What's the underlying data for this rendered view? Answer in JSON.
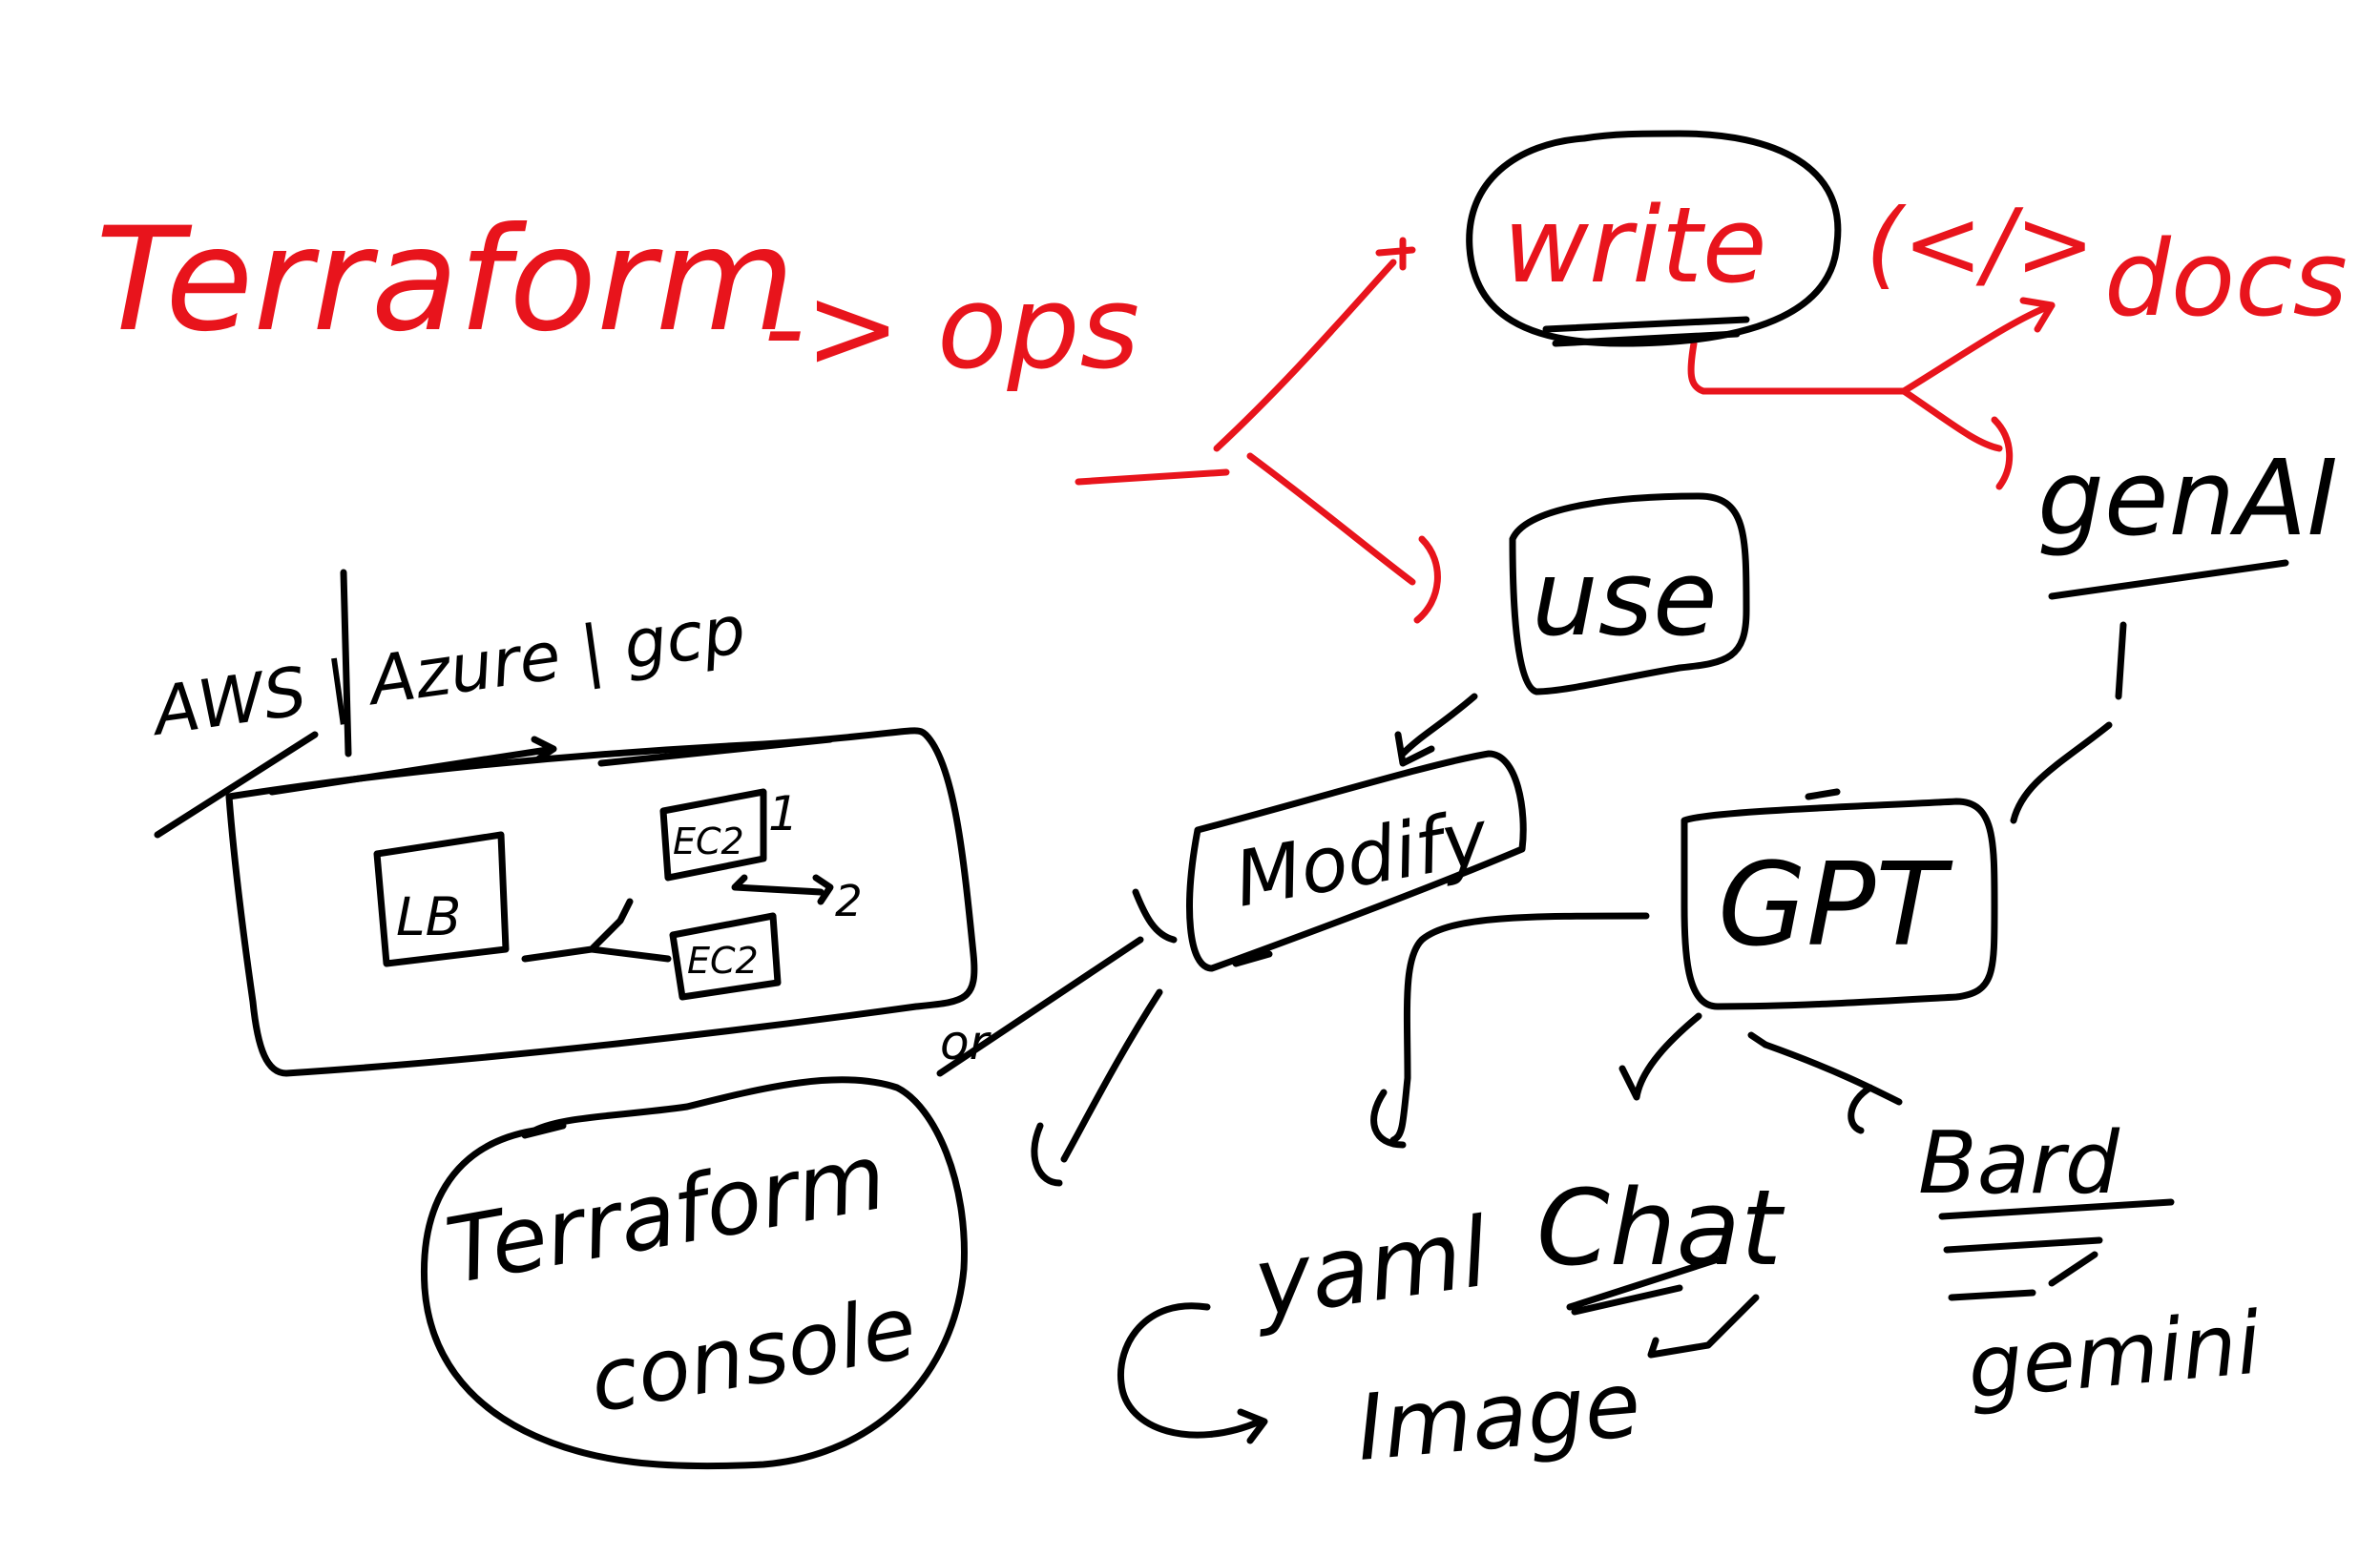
{
  "colors": {
    "red_ink": "#e8141c",
    "black_ink": "#000000",
    "background": "#ffffff"
  },
  "labels": {
    "terraform": "Terraform",
    "arrow_ops": "-> ops",
    "write": "write",
    "code": "(</>",
    "docs": "docs",
    "use": "use",
    "genai": "genAI",
    "gpt": "GPT",
    "modify": "Modify",
    "clouds": "AWS | Azure | gcp",
    "lb": "LB",
    "ec2_top": "EC2",
    "ec2_bottom": "EC2",
    "num_1": "1",
    "num_2": "2",
    "or": "or",
    "terraform_console_1": "Terraform",
    "terraform_console_2": "console",
    "yaml": "yaml",
    "chat": "Chat",
    "bard": "Bard",
    "gemini": "gemini",
    "image": "Image"
  }
}
